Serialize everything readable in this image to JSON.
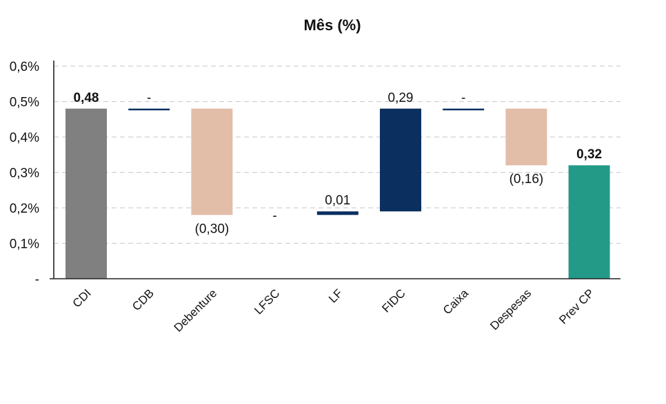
{
  "chart_data": {
    "type": "waterfall",
    "title": "Mês (%)",
    "ylim": [
      0,
      0.6
    ],
    "y_ticks": [
      {
        "value": 0,
        "label": "-"
      },
      {
        "value": 0.1,
        "label": "0,1%"
      },
      {
        "value": 0.2,
        "label": "0,2%"
      },
      {
        "value": 0.3,
        "label": "0,3%"
      },
      {
        "value": 0.4,
        "label": "0,4%"
      },
      {
        "value": 0.5,
        "label": "0,5%"
      },
      {
        "value": 0.6,
        "label": "0,6%"
      }
    ],
    "grid": true,
    "bars": [
      {
        "category": "CDI",
        "kind": "total",
        "value": 0.48,
        "label": "0,48",
        "color": "#808080"
      },
      {
        "category": "CDB",
        "kind": "delta",
        "value": 0.0,
        "label": "-",
        "color": "#0b3060"
      },
      {
        "category": "Debenture",
        "kind": "delta",
        "value": -0.3,
        "label": "(0,30)",
        "color": "#e2bda8"
      },
      {
        "category": "LFSC",
        "kind": "delta",
        "value": 0.0,
        "label": "-",
        "color": "#0b3060",
        "hidden": true
      },
      {
        "category": "LF",
        "kind": "delta",
        "value": 0.01,
        "label": "0,01",
        "color": "#0b3060"
      },
      {
        "category": "FIDC",
        "kind": "delta",
        "value": 0.29,
        "label": "0,29",
        "color": "#0b3060"
      },
      {
        "category": "Caixa",
        "kind": "delta",
        "value": 0.0,
        "label": "-",
        "color": "#0b3060"
      },
      {
        "category": "Despesas",
        "kind": "delta",
        "value": -0.16,
        "label": "(0,16)",
        "color": "#e2bda8"
      },
      {
        "category": "Prev CP",
        "kind": "total",
        "value": 0.32,
        "label": "0,32",
        "color": "#239a88"
      }
    ]
  }
}
